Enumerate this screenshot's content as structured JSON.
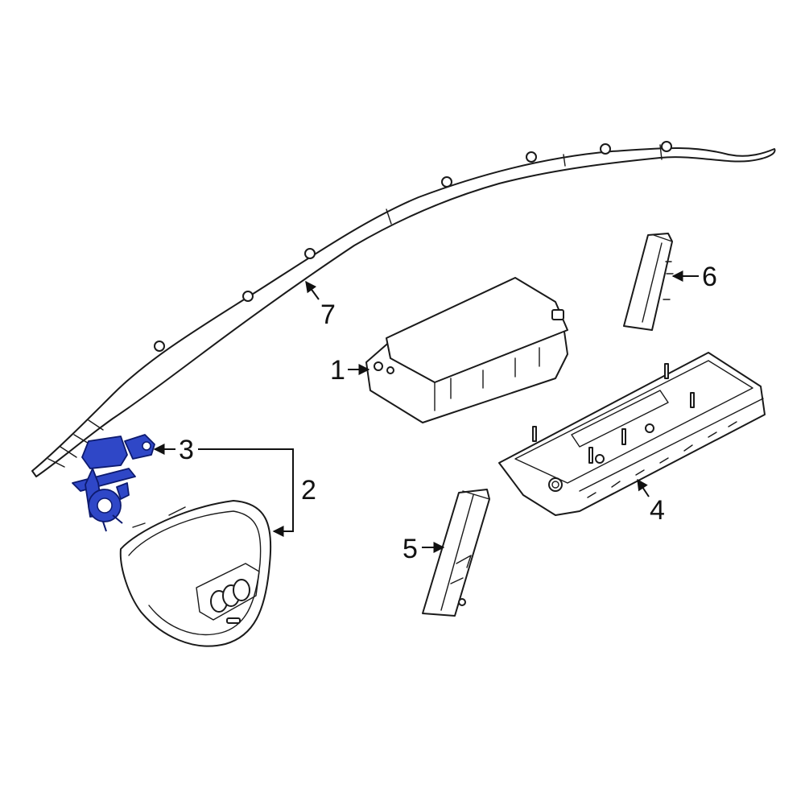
{
  "callouts": [
    {
      "id": "1",
      "label": "1"
    },
    {
      "id": "2",
      "label": "2"
    },
    {
      "id": "3",
      "label": "3"
    },
    {
      "id": "4",
      "label": "4"
    },
    {
      "id": "5",
      "label": "5"
    },
    {
      "id": "6",
      "label": "6"
    },
    {
      "id": "7",
      "label": "7"
    }
  ],
  "colors": {
    "highlight": "#2f47c7",
    "line": "#1a1a1a"
  }
}
